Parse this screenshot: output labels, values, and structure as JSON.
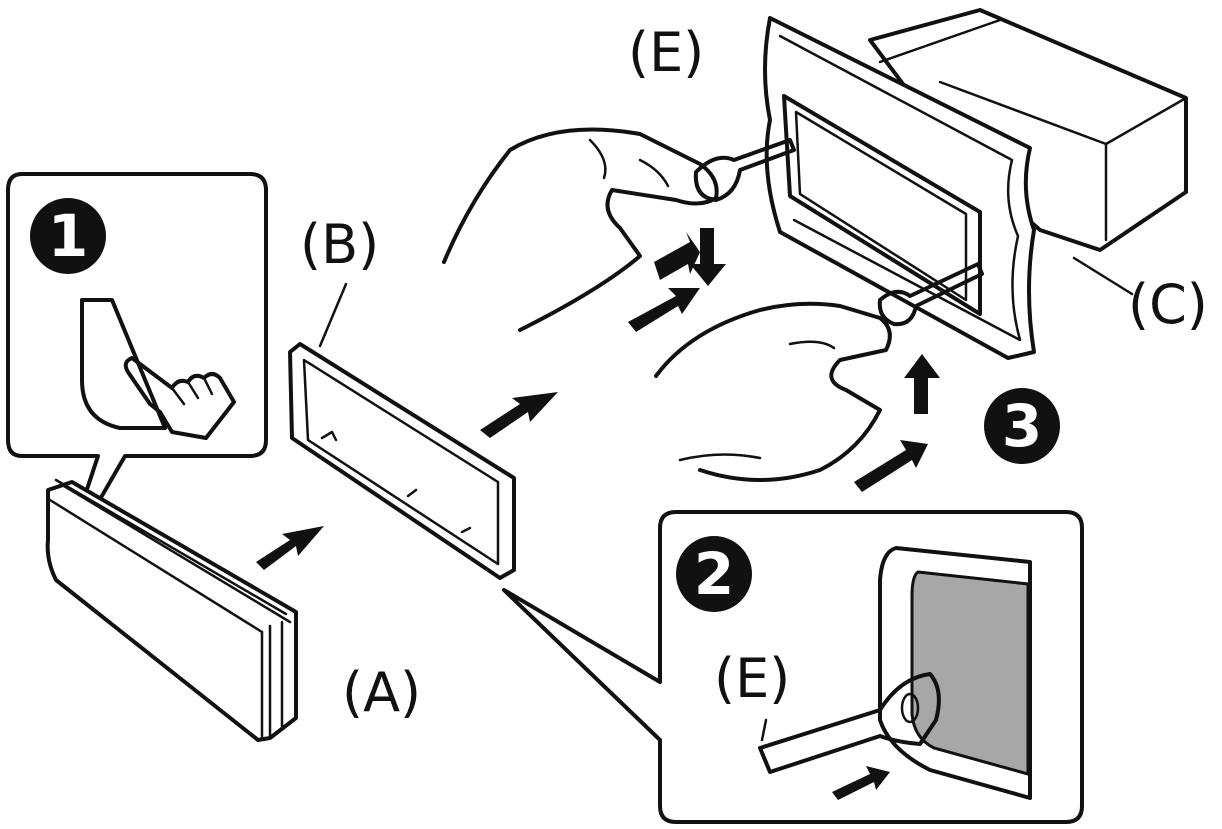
{
  "labels": {
    "a": "(A)",
    "b": "(B)",
    "c": "(C)",
    "e_top": "(E)",
    "e_inset": "(E)"
  },
  "steps": {
    "one": "1",
    "two": "2",
    "three": "3"
  },
  "colors": {
    "ink": "#111111",
    "paper": "#ffffff",
    "panel_gray": "#a7a7a7"
  }
}
